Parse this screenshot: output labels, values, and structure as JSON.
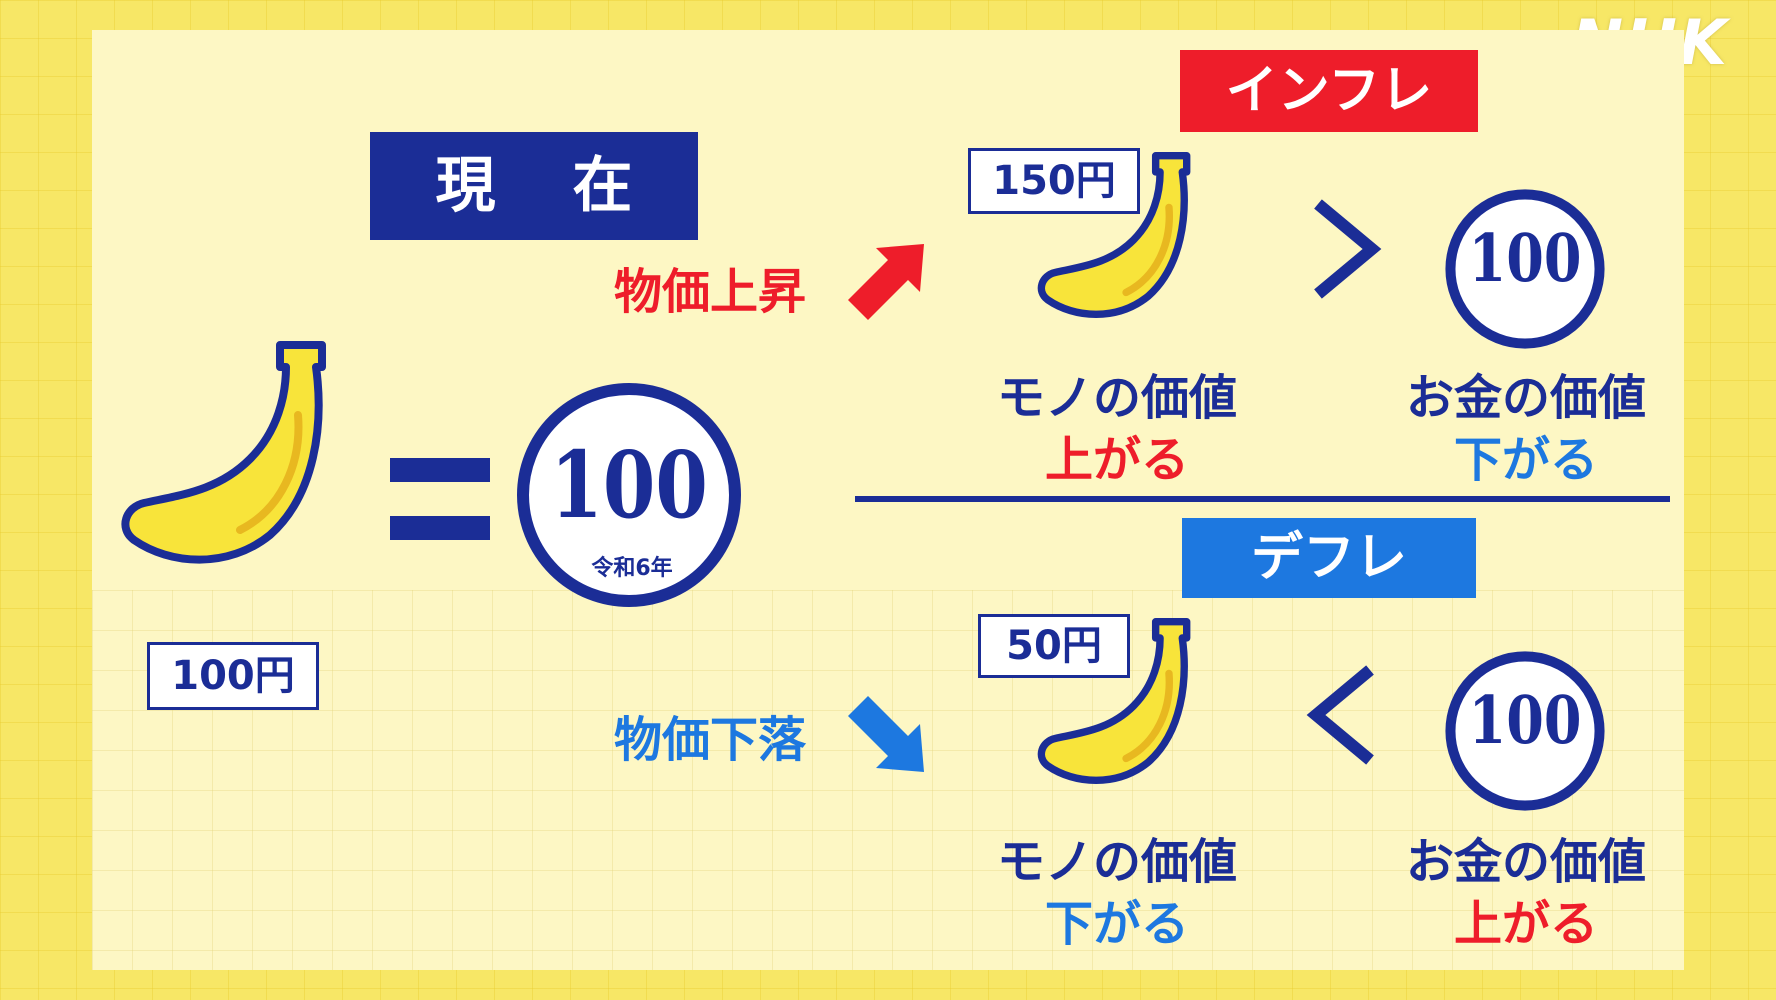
{
  "logo": "NHK",
  "current": {
    "title": "現 在",
    "price": "100円"
  },
  "inflation": {
    "title": "インフレ",
    "trend": "物価上昇",
    "price": "150円",
    "goods_value": "モノの価値",
    "goods_change": "上がる",
    "money_value": "お金の価値",
    "money_change": "下がる"
  },
  "deflation": {
    "title": "デフレ",
    "trend": "物価下落",
    "price": "50円",
    "goods_value": "モノの価値",
    "goods_change": "下がる",
    "money_value": "お金の価値",
    "money_change": "上がる"
  },
  "coin": {
    "value": "100",
    "era": "令和6年"
  },
  "colors": {
    "navy": "#1b2d96",
    "red": "#ee1d2a",
    "blue": "#1d78e0",
    "banana": "#f8e43a"
  }
}
